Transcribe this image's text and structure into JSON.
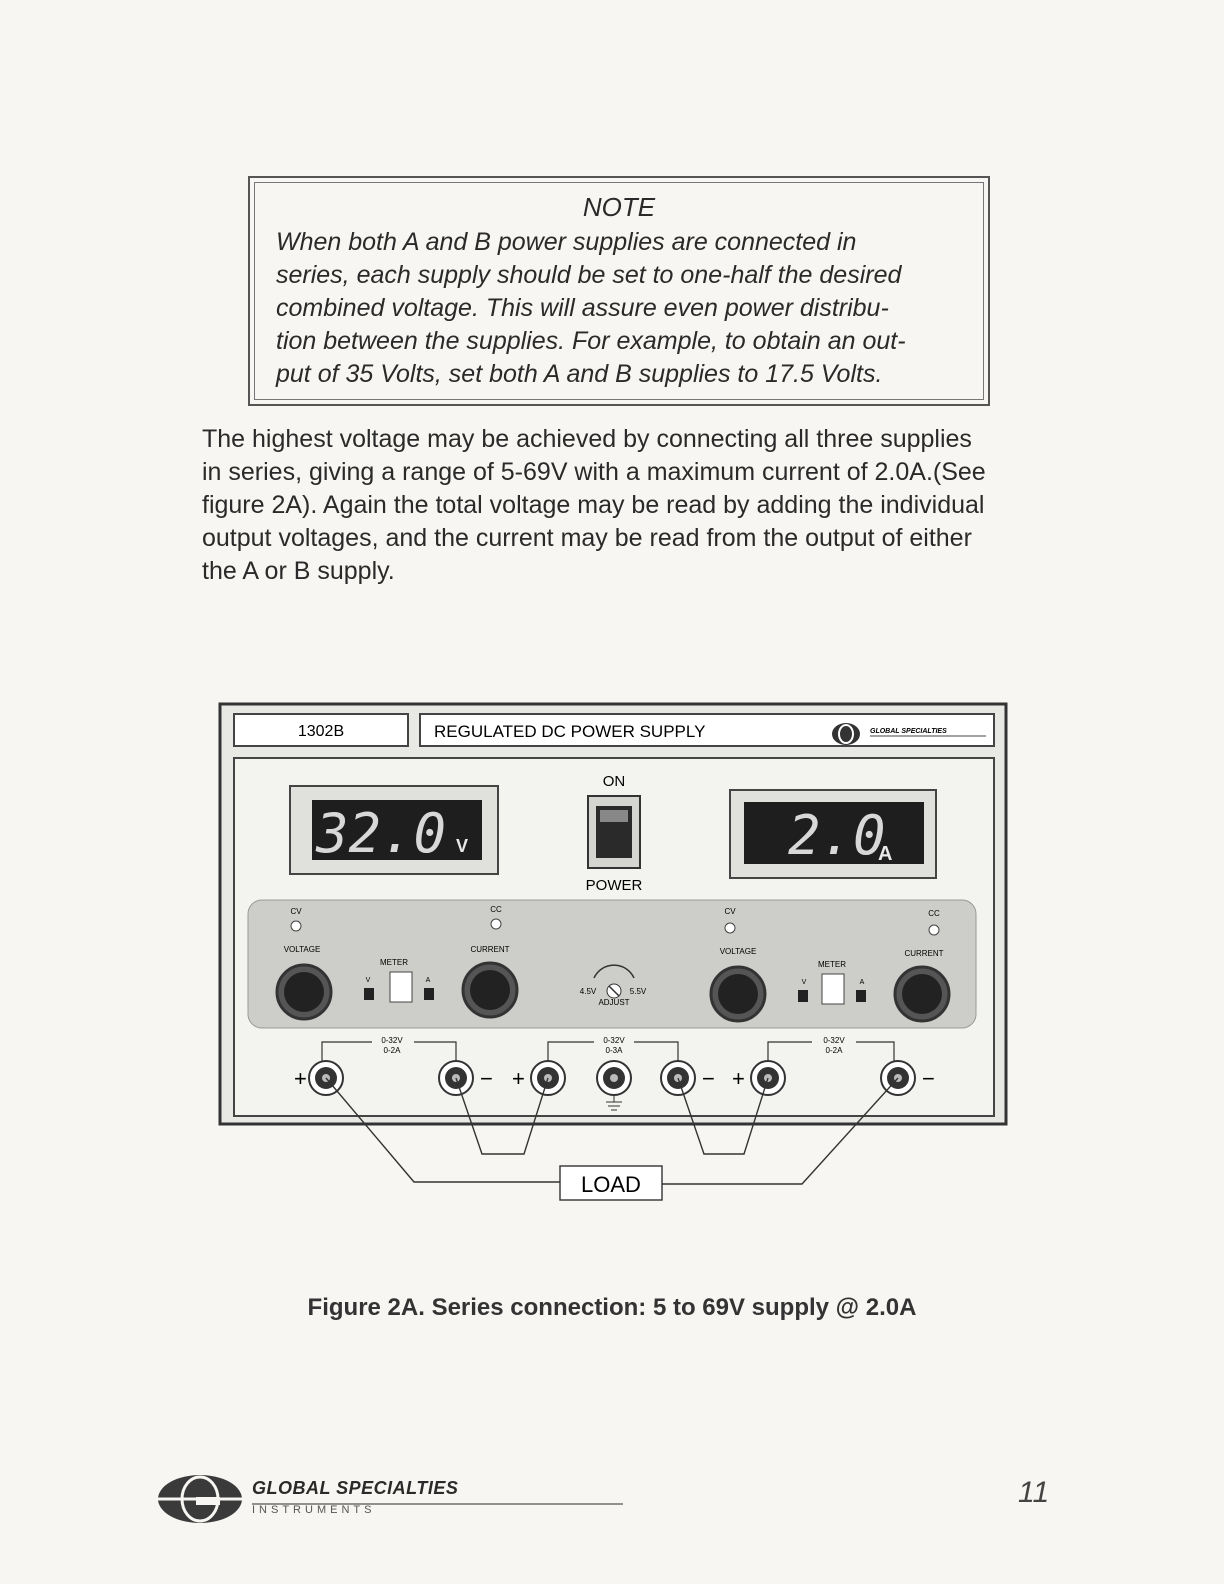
{
  "note": {
    "title": "NOTE",
    "lines": [
      "When both A and B power supplies are connected in",
      "series, each supply should be set to one-half the desired",
      "combined voltage. This will assure even power distribu-",
      "tion between the supplies. For example, to obtain an out-",
      "put of 35 Volts, set both A and B supplies to 17.5 Volts."
    ]
  },
  "paragraph": {
    "lines": [
      "The highest voltage may be achieved by connecting all three supplies",
      "in series, giving a range of 5-69V with a maximum current of 2.0A.(See",
      "figure 2A). Again the total voltage may be read by adding the individual",
      "output voltages, and the current may be read from the output of either",
      "the A or B supply."
    ]
  },
  "figure": {
    "model": "1302B",
    "title": "REGULATED DC POWER SUPPLY",
    "logo_text": "GLOBAL SPECIALTIES",
    "on_label": "ON",
    "power_label": "POWER",
    "left_display": {
      "value": "32.0",
      "unit": "V"
    },
    "right_display": {
      "value": "2.0",
      "unit": "A"
    },
    "cv": "CV",
    "cc": "CC",
    "voltage": "VOLTAGE",
    "current": "CURRENT",
    "meter": "METER",
    "meter_v": "V",
    "meter_a": "A",
    "adjust_low": "4.5V",
    "adjust_high": "5.5V",
    "adjust": "ADJUST",
    "range_a": [
      "0-32V",
      "0-2A"
    ],
    "range_mid": [
      "0-32V",
      "0-3A"
    ],
    "range_b": [
      "0-32V",
      "0-2A"
    ],
    "plus": "+",
    "minus": "−",
    "load": "LOAD"
  },
  "caption": "Figure 2A. Series connection: 5 to 69V supply @ 2.0A",
  "footer": {
    "brand": "GLOBAL SPECIALTIES",
    "sub": "INSTRUMENTS",
    "page": "11"
  }
}
